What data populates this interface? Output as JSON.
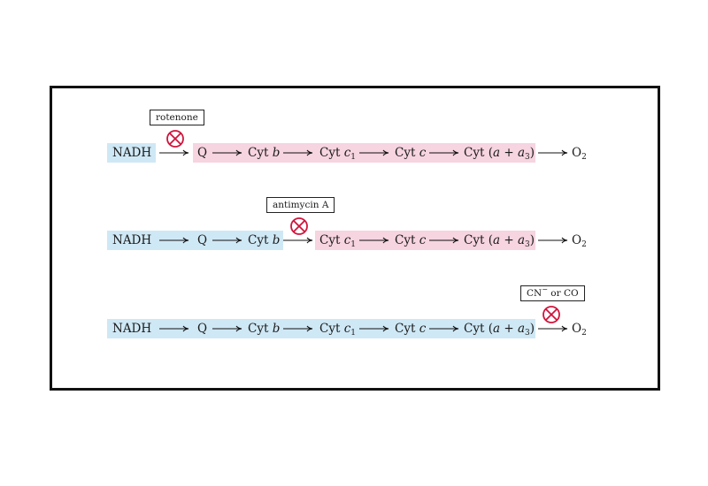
{
  "inhibitors": {
    "rotenone": "rotenone",
    "antimycin": "antimycin A",
    "cyanide_a": "CN",
    "cyanide_sup": "−",
    "cyanide_b": " or CO"
  },
  "chain": {
    "nadh": "NADH",
    "q": "Q",
    "cyt": "Cyt",
    "b": "b",
    "c": "c",
    "sub1": "1",
    "sub3": "3",
    "a_open": "(",
    "a": "a",
    "plus": " + ",
    "a3": "a",
    "a_close": ")",
    "o": "O",
    "o_sub": "2"
  },
  "colors": {
    "blue_highlight": "#cfe8f5",
    "pink_highlight": "#f6d4e0",
    "inhibitor_red": "#d0143c"
  }
}
